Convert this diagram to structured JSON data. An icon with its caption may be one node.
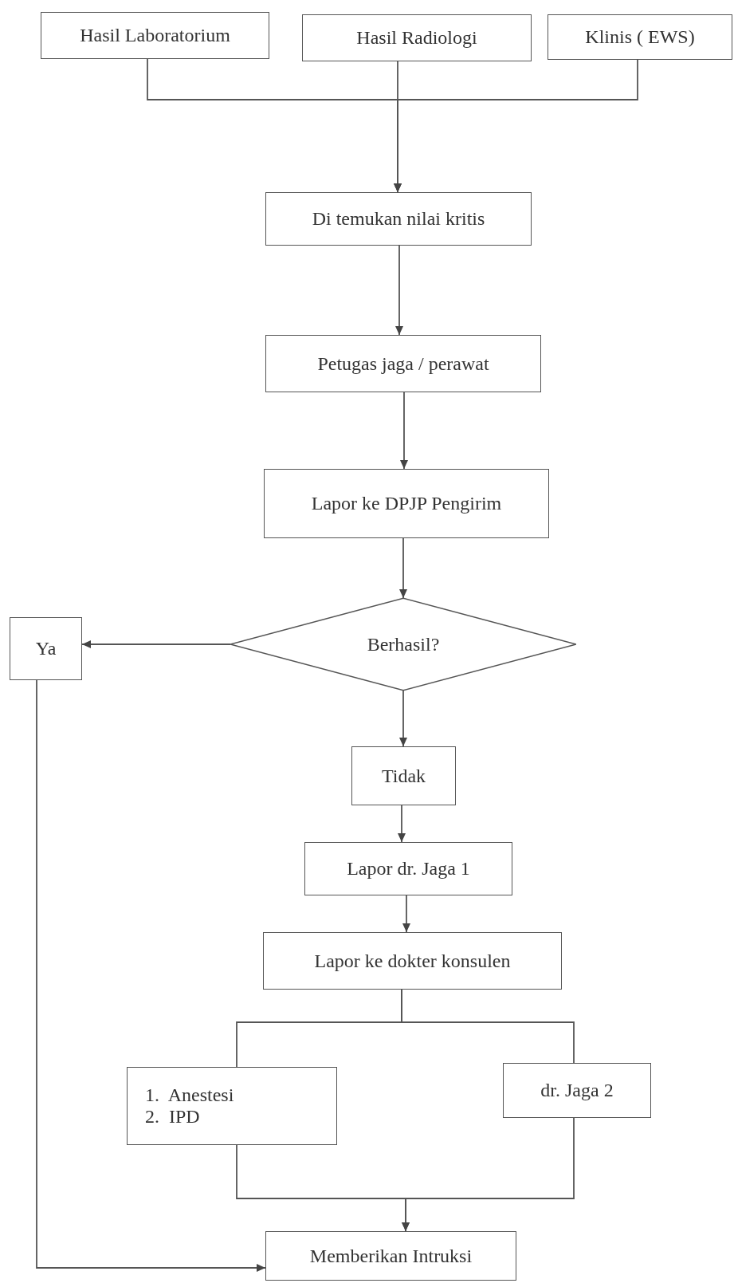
{
  "diagram": {
    "nodes": [
      {
        "text": [
          "Hasil Laboratorium"
        ]
      },
      {
        "text": [
          "Hasil Radiologi"
        ]
      },
      {
        "text": [
          "Klinis ( EWS)"
        ]
      },
      {
        "text": [
          "Di temukan nilai kritis"
        ]
      },
      {
        "text": [
          "Petugas jaga / perawat"
        ]
      },
      {
        "text": [
          "Lapor ke DPJP Pengirim"
        ]
      },
      {
        "text": [
          "Berhasil?"
        ]
      },
      {
        "text": [
          "Ya"
        ]
      },
      {
        "text": [
          "Tidak"
        ]
      },
      {
        "text": [
          "Lapor dr. Jaga 1"
        ]
      },
      {
        "text": [
          "Lapor ke dokter konsulen"
        ]
      },
      {
        "text": [
          "1.  Anestesi",
          "2.  IPD"
        ]
      },
      {
        "text": [
          "dr. Jaga 2"
        ]
      },
      {
        "text": [
          "Memberikan Intruksi"
        ]
      }
    ],
    "edges": [
      {
        "from": 0,
        "to": 3,
        "arrow": "to"
      },
      {
        "from": 1,
        "to": 3,
        "arrow": "to"
      },
      {
        "from": 2,
        "to": 3,
        "arrow": "to"
      },
      {
        "from": 3,
        "to": 4,
        "arrow": "to"
      },
      {
        "from": 4,
        "to": 5,
        "arrow": "to"
      },
      {
        "from": 5,
        "to": 6,
        "arrow": "to"
      },
      {
        "from": 6,
        "to": 7,
        "arrow": "to"
      },
      {
        "from": 6,
        "to": 8,
        "arrow": "to"
      },
      {
        "from": 8,
        "to": 9,
        "arrow": "to"
      },
      {
        "from": 9,
        "to": 10,
        "arrow": "to"
      },
      {
        "from": 10,
        "to": 11,
        "arrow": "none"
      },
      {
        "from": 10,
        "to": 12,
        "arrow": "none"
      },
      {
        "from": 11,
        "to": 13,
        "arrow": "to"
      },
      {
        "from": 12,
        "to": 13,
        "arrow": "to"
      },
      {
        "from": 7,
        "to": 13,
        "arrow": "to"
      }
    ]
  }
}
